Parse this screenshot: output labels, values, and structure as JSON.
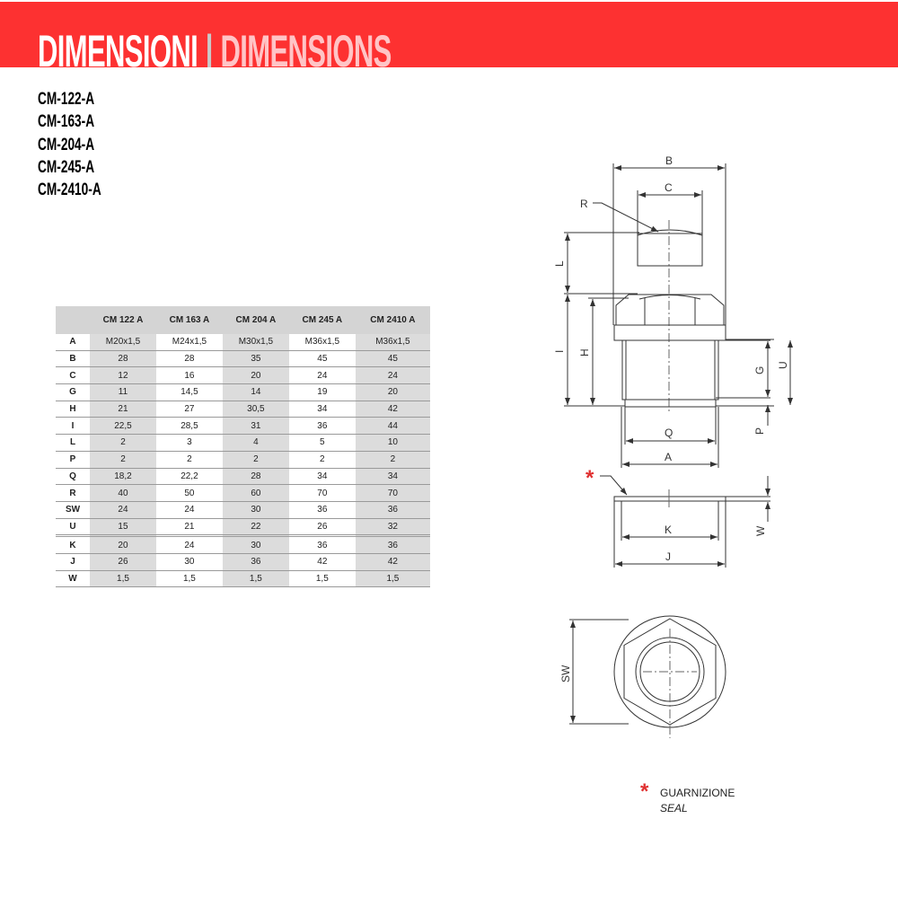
{
  "header": {
    "title_it": "DIMENSIONI",
    "separator": "|",
    "title_en": "DIMENSIONS"
  },
  "models": [
    "CM-122-A",
    "CM-163-A",
    "CM-204-A",
    "CM-245-A",
    "CM-2410-A"
  ],
  "table": {
    "columns": [
      "CM 122 A",
      "CM 163 A",
      "CM 204 A",
      "CM 245 A",
      "CM 2410 A"
    ],
    "rows": [
      {
        "label": "A",
        "values": [
          "M20x1,5",
          "M24x1,5",
          "M30x1,5",
          "M36x1,5",
          "M36x1,5"
        ]
      },
      {
        "label": "B",
        "values": [
          "28",
          "28",
          "35",
          "45",
          "45"
        ]
      },
      {
        "label": "C",
        "values": [
          "12",
          "16",
          "20",
          "24",
          "24"
        ]
      },
      {
        "label": "G",
        "values": [
          "11",
          "14,5",
          "14",
          "19",
          "20"
        ]
      },
      {
        "label": "H",
        "values": [
          "21",
          "27",
          "30,5",
          "34",
          "42"
        ]
      },
      {
        "label": "I",
        "values": [
          "22,5",
          "28,5",
          "31",
          "36",
          "44"
        ]
      },
      {
        "label": "L",
        "values": [
          "2",
          "3",
          "4",
          "5",
          "10"
        ]
      },
      {
        "label": "P",
        "values": [
          "2",
          "2",
          "2",
          "2",
          "2"
        ]
      },
      {
        "label": "Q",
        "values": [
          "18,2",
          "22,2",
          "28",
          "34",
          "34"
        ]
      },
      {
        "label": "R",
        "values": [
          "40",
          "50",
          "60",
          "70",
          "70"
        ]
      },
      {
        "label": "SW",
        "values": [
          "24",
          "24",
          "30",
          "36",
          "36"
        ]
      },
      {
        "label": "U",
        "values": [
          "15",
          "21",
          "22",
          "26",
          "32"
        ]
      },
      {
        "label": "K",
        "values": [
          "20",
          "24",
          "30",
          "36",
          "36"
        ]
      },
      {
        "label": "J",
        "values": [
          "26",
          "30",
          "36",
          "42",
          "42"
        ]
      },
      {
        "label": "W",
        "values": [
          "1,5",
          "1,5",
          "1,5",
          "1,5",
          "1,5"
        ]
      }
    ]
  },
  "drawing": {
    "labels": {
      "B": "B",
      "C": "C",
      "R": "R",
      "L": "L",
      "I": "I",
      "H": "H",
      "G": "G",
      "U": "U",
      "P": "P",
      "Q": "Q",
      "A": "A",
      "K": "K",
      "J": "J",
      "W": "W",
      "SW": "SW",
      "seal_marker": "*"
    }
  },
  "legend": {
    "marker": "*",
    "label_it": "GUARNIZIONE",
    "label_en": "SEAL"
  },
  "colors": {
    "banner": "#fd3131",
    "seal_marker": "#e03030"
  }
}
